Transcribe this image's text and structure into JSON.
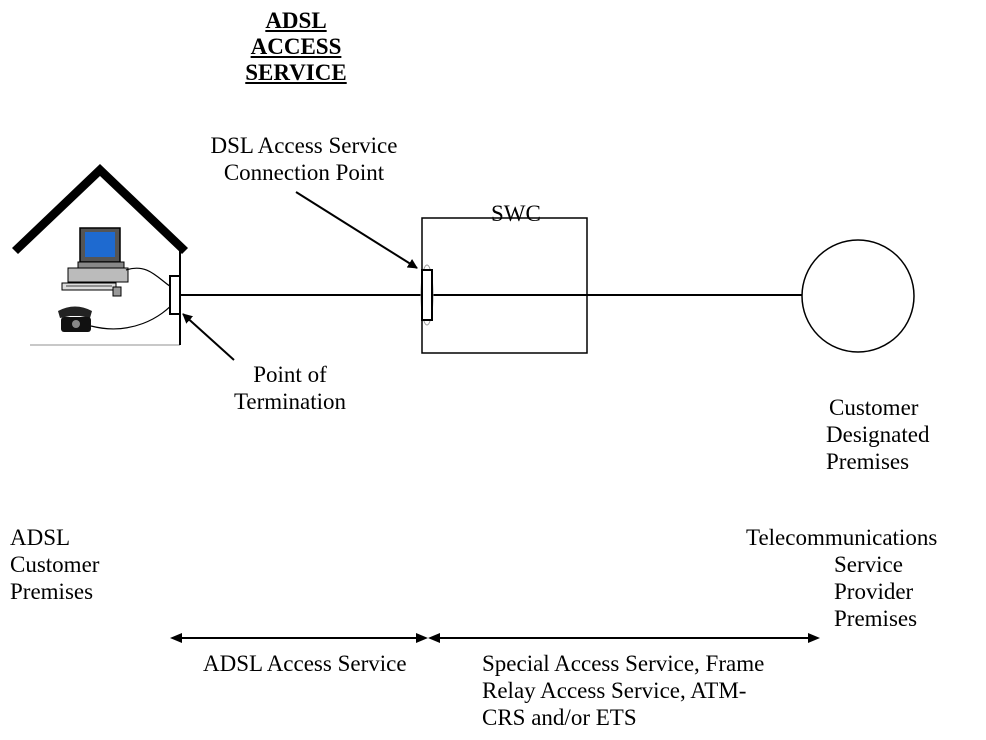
{
  "title": {
    "lines": [
      "ADSL",
      "ACCESS",
      "SERVICE"
    ]
  },
  "labels": {
    "dsl_connection_point": [
      "DSL Access Service",
      "Connection Point"
    ],
    "swc": "SWC",
    "point_of_termination": [
      "Point of",
      "Termination"
    ],
    "customer_designated_premises": [
      "Customer",
      "Designated",
      "Premises"
    ],
    "adsl_customer_premises": [
      "ADSL",
      "Customer",
      "Premises"
    ],
    "telecom_provider_premises": [
      "Telecommunications",
      "Service",
      "Provider",
      "Premises"
    ],
    "adsl_access_service": "ADSL Access Service",
    "special_access_service": [
      "Special Access Service, Frame",
      "Relay Access Service, ATM-",
      "CRS and/or ETS"
    ]
  },
  "icons": [
    "house-icon",
    "computer-icon",
    "telephone-icon"
  ]
}
